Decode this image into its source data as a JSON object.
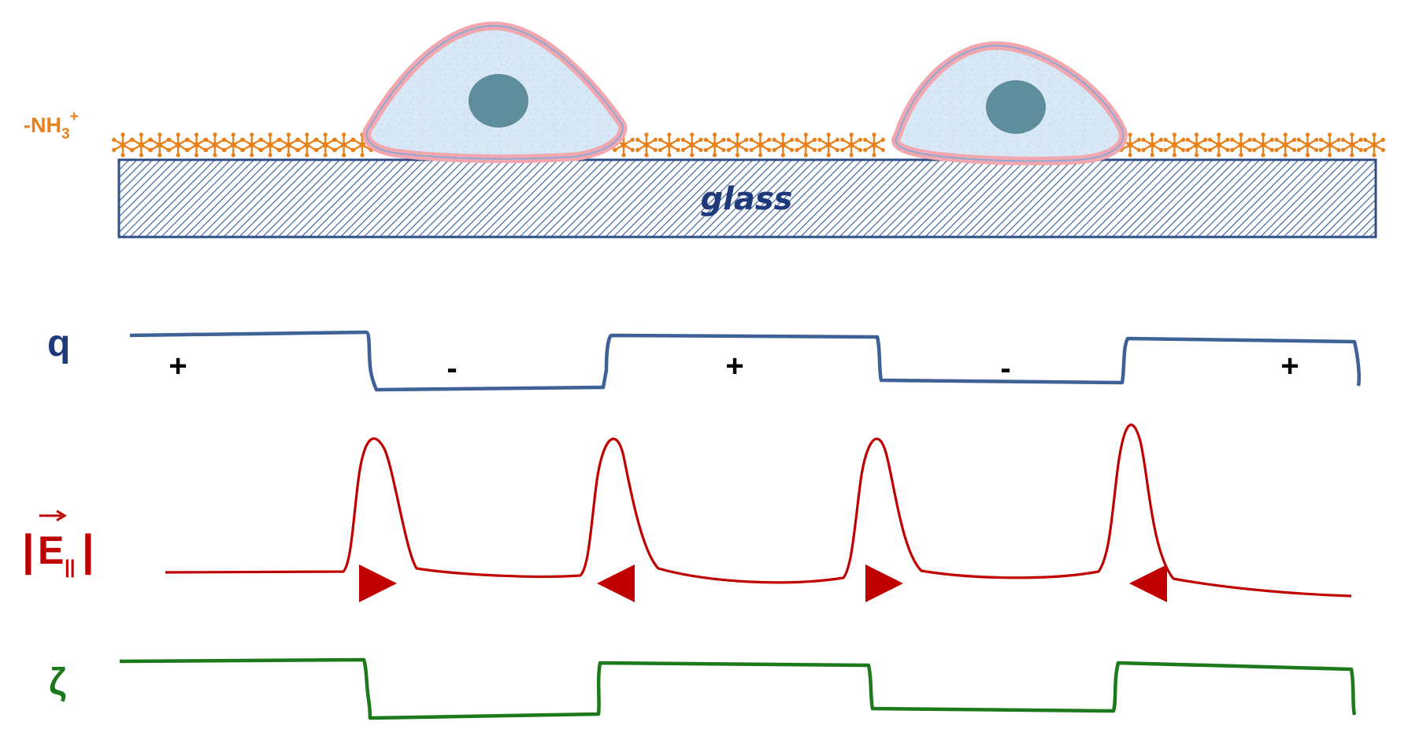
{
  "colors": {
    "navy": "#1F3A7A",
    "trace_blue": "#3E6296",
    "trace_red": "#C00000",
    "trace_green": "#1C7A1C",
    "orange": "#E8801C",
    "cell_fill": "#D7E7F5",
    "cell_membrane": "#F2A7AE",
    "nucleus": "#5E8D9B",
    "glass_hatch": "#2F5C9E"
  },
  "substrate": {
    "glass_label": "glass",
    "amine_group": {
      "prefix": "-NH",
      "subscript": "3",
      "superscript": "+"
    }
  },
  "profiles": {
    "charge": {
      "symbol": "q",
      "signs": [
        "+",
        "-",
        "+",
        "-",
        "+"
      ]
    },
    "field": {
      "symbol_bar_left": "|",
      "symbol_letter": "E",
      "symbol_subscript": "||",
      "symbol_bar_right": "|",
      "arrow_directions": [
        "right",
        "left",
        "right",
        "left"
      ]
    },
    "zeta": {
      "symbol": "ζ"
    }
  }
}
